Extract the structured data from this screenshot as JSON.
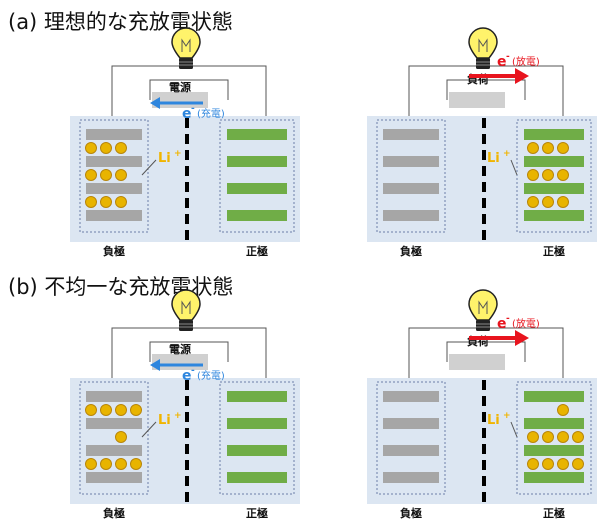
{
  "sections": [
    {
      "heading": "(a) 理想的な充放電状態",
      "left_panel": {
        "mode": "charge",
        "device_label": "電源",
        "electron_label": "e",
        "electron_sup": "-",
        "electron_note": "(充電)",
        "ion_label": "Li",
        "ion_sup": "+",
        "electrode_left_label": "負極",
        "electrode_right_label": "正極",
        "ions_per_row": [
          3,
          3,
          3
        ],
        "ions_side": "negative"
      },
      "right_panel": {
        "mode": "discharge",
        "device_label": "負荷",
        "electron_label": "e",
        "electron_sup": "-",
        "electron_note": "(放電)",
        "ion_label": "Li",
        "ion_sup": "+",
        "electrode_left_label": "負極",
        "electrode_right_label": "正極",
        "ions_per_row": [
          3,
          3,
          3
        ],
        "ions_side": "positive"
      }
    },
    {
      "heading": "(b) 不均一な充放電状態",
      "left_panel": {
        "mode": "charge",
        "device_label": "電源",
        "electron_label": "e",
        "electron_sup": "-",
        "electron_note": "(充電)",
        "ion_label": "Li",
        "ion_sup": "+",
        "electrode_left_label": "負極",
        "electrode_right_label": "正極",
        "ions_per_row": [
          4,
          1,
          4
        ],
        "ions_side": "negative"
      },
      "right_panel": {
        "mode": "discharge",
        "device_label": "負荷",
        "electron_label": "e",
        "electron_sup": "-",
        "electron_note": "(放電)",
        "ion_label": "Li",
        "ion_sup": "+",
        "electrode_left_label": "負極",
        "electrode_right_label": "正極",
        "ions_per_row": [
          1,
          4,
          4
        ],
        "ions_side": "positive"
      }
    }
  ],
  "colors": {
    "cell_background": "#dce6f2",
    "negative_plate": "#a6a6a6",
    "positive_plate": "#70ad47",
    "ion_fill": "#e8b400",
    "ion_stroke": "#b8860b",
    "charge_arrow": "#2e86de",
    "discharge_arrow": "#e8141e",
    "ion_label": "#f0b400",
    "separator": "#000000",
    "bulb": "#fff36b"
  },
  "icons": {
    "light": "light-bulb-icon",
    "charge_arrow": "arrow-left-icon",
    "discharge_arrow": "arrow-right-icon"
  }
}
